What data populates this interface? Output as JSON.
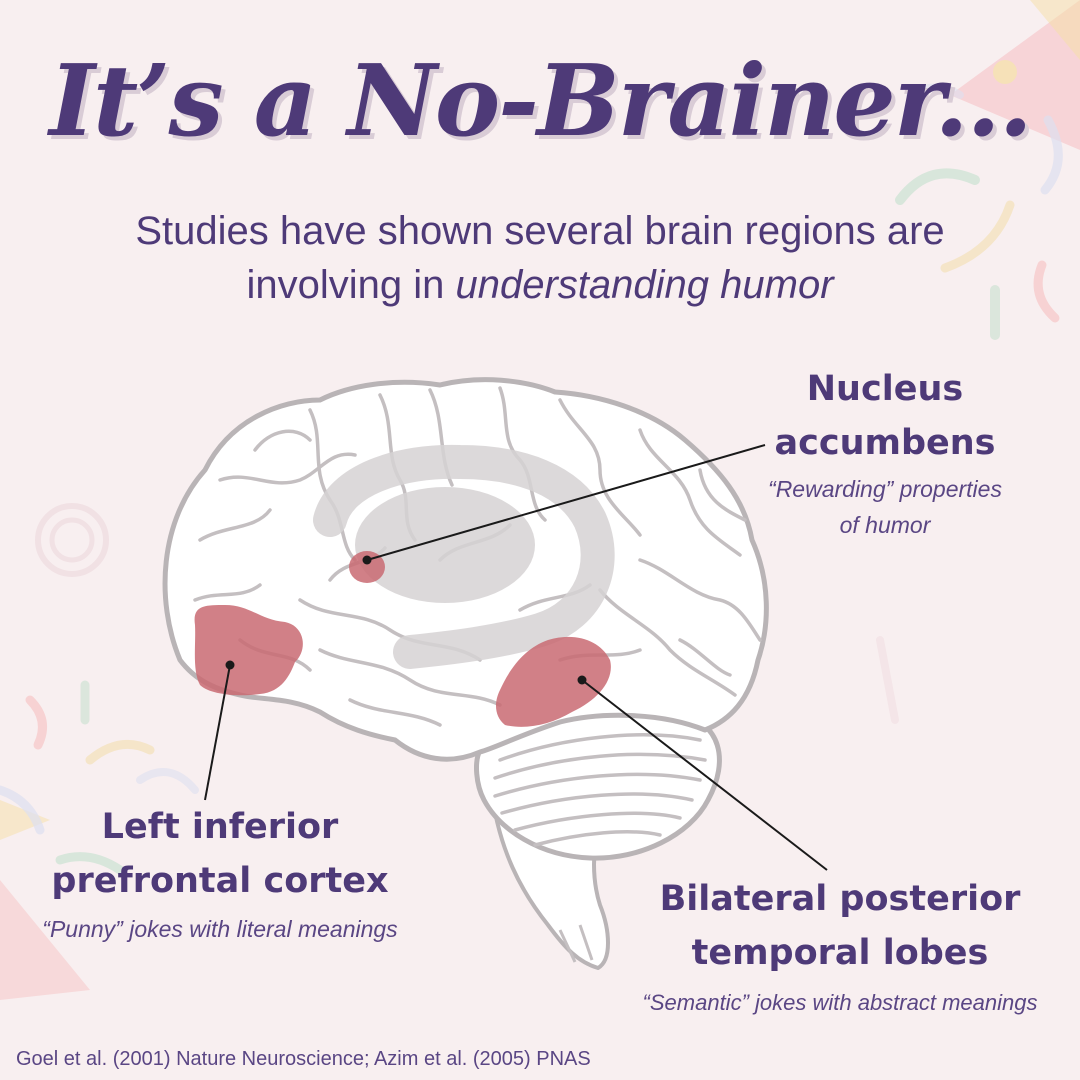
{
  "title": "It’s a No-Brainer...",
  "subtitle": {
    "line1": "Studies have shown several brain regions are",
    "line2_prefix": "involving in ",
    "line2_emphasis": "understanding humor"
  },
  "regions": [
    {
      "id": "nucleus",
      "name_line1": "Nucleus",
      "name_line2": "accumbens",
      "desc_line1": "“Rewarding” properties",
      "desc_line2": "of humor"
    },
    {
      "id": "lipfc",
      "name_line1": "Left inferior",
      "name_line2": "prefrontal cortex",
      "desc_line1": "“Punny” jokes with literal meanings"
    },
    {
      "id": "bptl",
      "name_line1": "Bilateral posterior",
      "name_line2": "temporal lobes",
      "desc_line1": "“Semantic” jokes with abstract meanings"
    }
  ],
  "citation": "Goel et al. (2001) Nature Neuroscience; Azim et al. (2005) PNAS",
  "colors": {
    "background": "#f8eff0",
    "text": "#4e3a78",
    "region_highlight": "#c96a72",
    "brain_outline": "#b9b4b6"
  }
}
